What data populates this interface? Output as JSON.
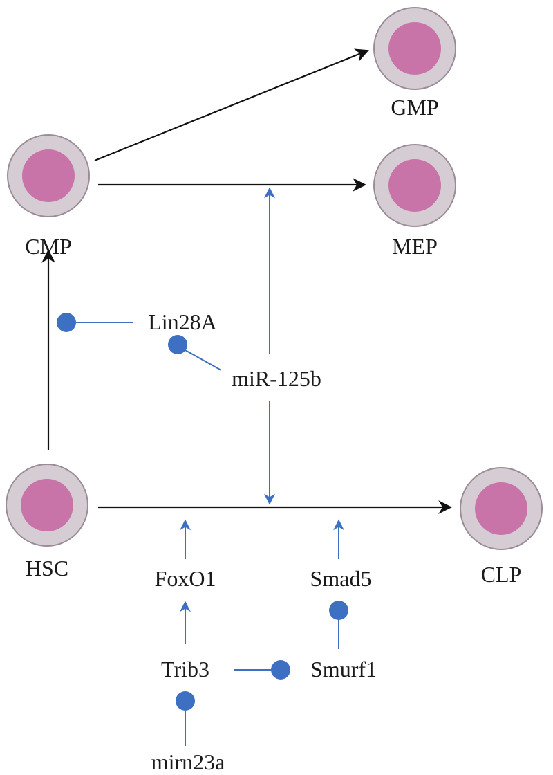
{
  "colors": {
    "cell_outer": "#d6ccd3",
    "cell_outer_stroke": "#9a8c96",
    "cell_nucleus": "#c874a8",
    "black_arrow": "#111111",
    "blue_regulation": "#3d6fc2"
  },
  "cells": {
    "gmp": "GMP",
    "cmp": "CMP",
    "mep": "MEP",
    "hsc": "HSC",
    "clp": "CLP"
  },
  "genes": {
    "lin28a": "Lin28A",
    "mir125b": "miR-125b",
    "foxo1": "FoxO1",
    "smad5": "Smad5",
    "trib3": "Trib3",
    "smurf1": "Smurf1",
    "mirn23a": "mirn23a"
  },
  "relations": [
    {
      "from": "CMP",
      "to": "GMP",
      "type": "differentiation"
    },
    {
      "from": "CMP",
      "to": "MEP",
      "type": "differentiation"
    },
    {
      "from": "HSC",
      "to": "CMP",
      "type": "differentiation"
    },
    {
      "from": "HSC",
      "to": "CLP",
      "type": "differentiation"
    },
    {
      "from": "Lin28A",
      "to": "HSC→CMP",
      "type": "inhibition"
    },
    {
      "from": "miR-125b",
      "to": "Lin28A",
      "type": "inhibition"
    },
    {
      "from": "miR-125b",
      "to": "CMP→MEP",
      "type": "activation"
    },
    {
      "from": "miR-125b",
      "to": "HSC→CLP",
      "type": "activation"
    },
    {
      "from": "FoxO1",
      "to": "HSC→CLP",
      "type": "activation"
    },
    {
      "from": "Smad5",
      "to": "HSC→CLP",
      "type": "activation"
    },
    {
      "from": "Trib3",
      "to": "FoxO1",
      "type": "activation"
    },
    {
      "from": "Smurf1",
      "to": "Smad5",
      "type": "inhibition"
    },
    {
      "from": "Trib3",
      "to": "Smurf1",
      "type": "inhibition"
    },
    {
      "from": "mirn23a",
      "to": "Trib3",
      "type": "inhibition"
    }
  ]
}
